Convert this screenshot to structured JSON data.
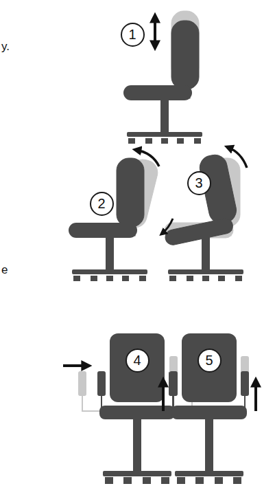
{
  "diagram": {
    "nodes": [
      {
        "text": [
          "1"
        ]
      },
      {
        "text": [
          "2"
        ]
      },
      {
        "text": [
          "3"
        ]
      },
      {
        "text": [
          "4"
        ]
      },
      {
        "text": [
          "5"
        ]
      }
    ],
    "labels": [
      "y.",
      "e"
    ]
  }
}
